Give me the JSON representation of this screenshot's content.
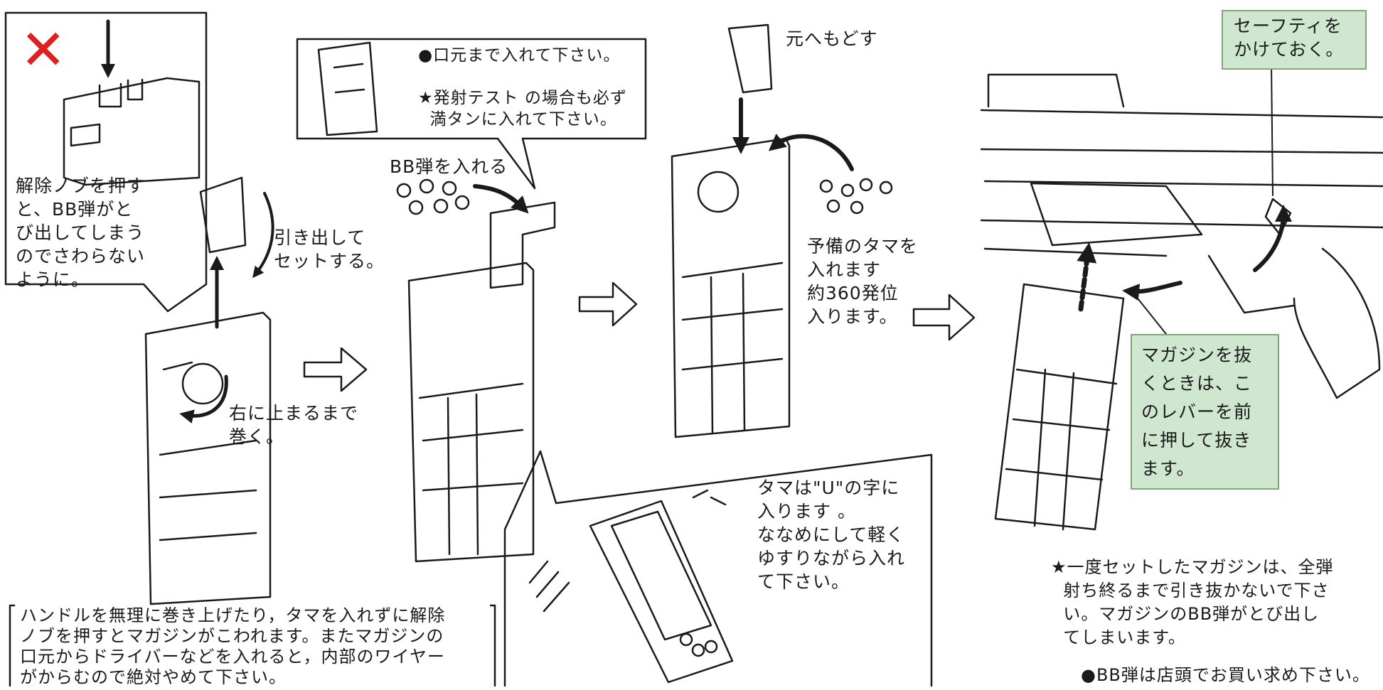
{
  "colors": {
    "line": "#1a1a1a",
    "cross": "#e0201f",
    "note_fill": "#cfe7cf",
    "note_border": "#7fa67f"
  },
  "icons": {
    "wrong_mark": "red-x-icon",
    "step_arrow": "hollow-right-arrow-icon",
    "push_arrow": "down-arrow-icon"
  },
  "wrong": {
    "mark": "✕",
    "text": "解除ノブを押す\nと、BB弾がと\nび出してしまう\nのでさわらない\nように。"
  },
  "step1": {
    "pull": "引き出して\nセットする。",
    "wind": "右に止まるまで\n巻く。"
  },
  "step2": {
    "inset": "●口元まで入れて下さい。\n\n★発射テスト の場合も必ず\n  満タンに入れて下さい。",
    "load": "BB弾を入れる"
  },
  "step3": {
    "return": "元へもどす",
    "spare": "予備のタマを\n入れます\n約360発位\n入ります。"
  },
  "tilt": {
    "text": "タマは\"U\"の字に\n入ります 。\nななめにして軽く\nゆすりながら入れ\nて下さい。"
  },
  "gun": {
    "safety": "セーフティを\nかけておく。",
    "release": "マガジンを抜\nくときは、こ\nのレバーを前\nに押して抜き\nます。"
  },
  "notes": {
    "warning": "ハンドルを無理に巻き上げたり，タマを入れずに解除\nノブを押すとマガジンがこわれます。またマガジンの\n口元からドライバーなどを入れると，内部のワイヤー\nがからむので絶対やめて下さい。",
    "once": "★一度セットしたマガジンは、全弾\n  射ち終るまで引き抜かないで下さ\n  い。マガジンのBB弾がとび出し\n  てしまいます。",
    "shop": "●BB弾は店頭でお買い求め下さい。"
  }
}
